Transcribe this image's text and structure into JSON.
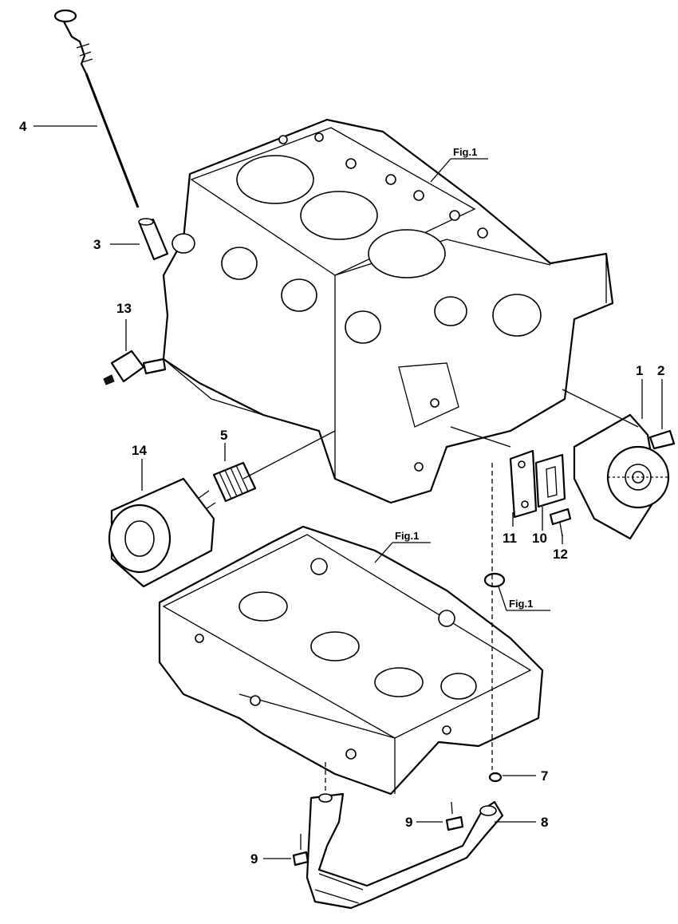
{
  "callouts": {
    "c1": "1",
    "c2": "2",
    "c3": "3",
    "c4": "4",
    "c5": "5",
    "c7": "7",
    "c8": "8",
    "c9a": "9",
    "c9b": "9",
    "c10": "10",
    "c11": "11",
    "c12": "12",
    "c13": "13",
    "c14": "14"
  },
  "figure_refs": {
    "block": "Fig.1",
    "pan": "Fig.1",
    "oring": "Fig.1"
  }
}
